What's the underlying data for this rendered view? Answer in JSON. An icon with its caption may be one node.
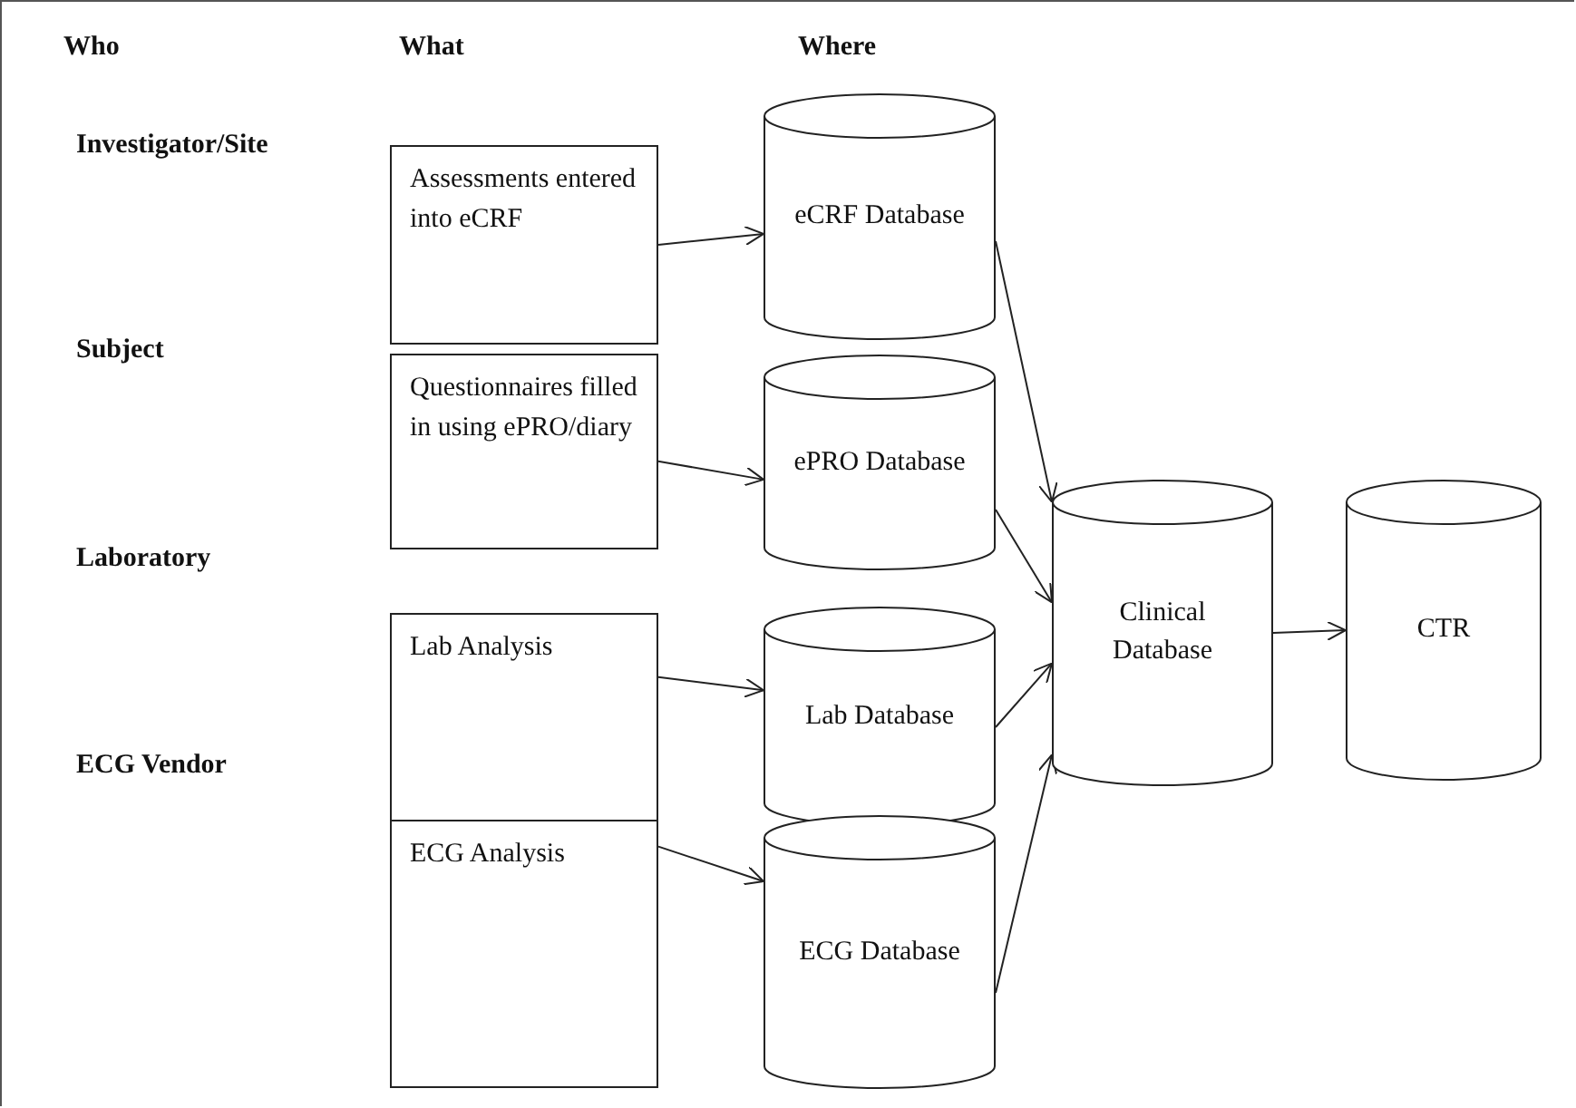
{
  "diagram": {
    "nodes": [
      {
        "text": [
          "Assessments entered into eCRF"
        ]
      },
      {
        "text": [
          "eCRF Database"
        ]
      },
      {
        "text": [
          "Questionnaires filled in using ePRO/diary"
        ]
      },
      {
        "text": [
          "ePRO Database"
        ]
      },
      {
        "text": [
          "Lab Analysis"
        ]
      },
      {
        "text": [
          "Lab Database"
        ]
      },
      {
        "text": [
          "ECG Analysis"
        ]
      },
      {
        "text": [
          "ECG Database"
        ]
      },
      {
        "text": [
          "Clinical Database"
        ]
      },
      {
        "text": [
          "CTR"
        ]
      }
    ],
    "edges": [
      {
        "from": 0,
        "to": 1,
        "arrow": "to"
      },
      {
        "from": 2,
        "to": 3,
        "arrow": "to"
      },
      {
        "from": 4,
        "to": 5,
        "arrow": "to"
      },
      {
        "from": 6,
        "to": 7,
        "arrow": "to"
      },
      {
        "from": 1,
        "to": 8,
        "arrow": "to"
      },
      {
        "from": 3,
        "to": 8,
        "arrow": "to"
      },
      {
        "from": 5,
        "to": 8,
        "arrow": "to"
      },
      {
        "from": 7,
        "to": 8,
        "arrow": "to"
      },
      {
        "from": 8,
        "to": 9,
        "arrow": "to"
      }
    ],
    "labels": [
      "Who",
      "What",
      "Where",
      "Investigator/Site",
      "Subject",
      "Laboratory",
      "ECG Vendor"
    ]
  }
}
